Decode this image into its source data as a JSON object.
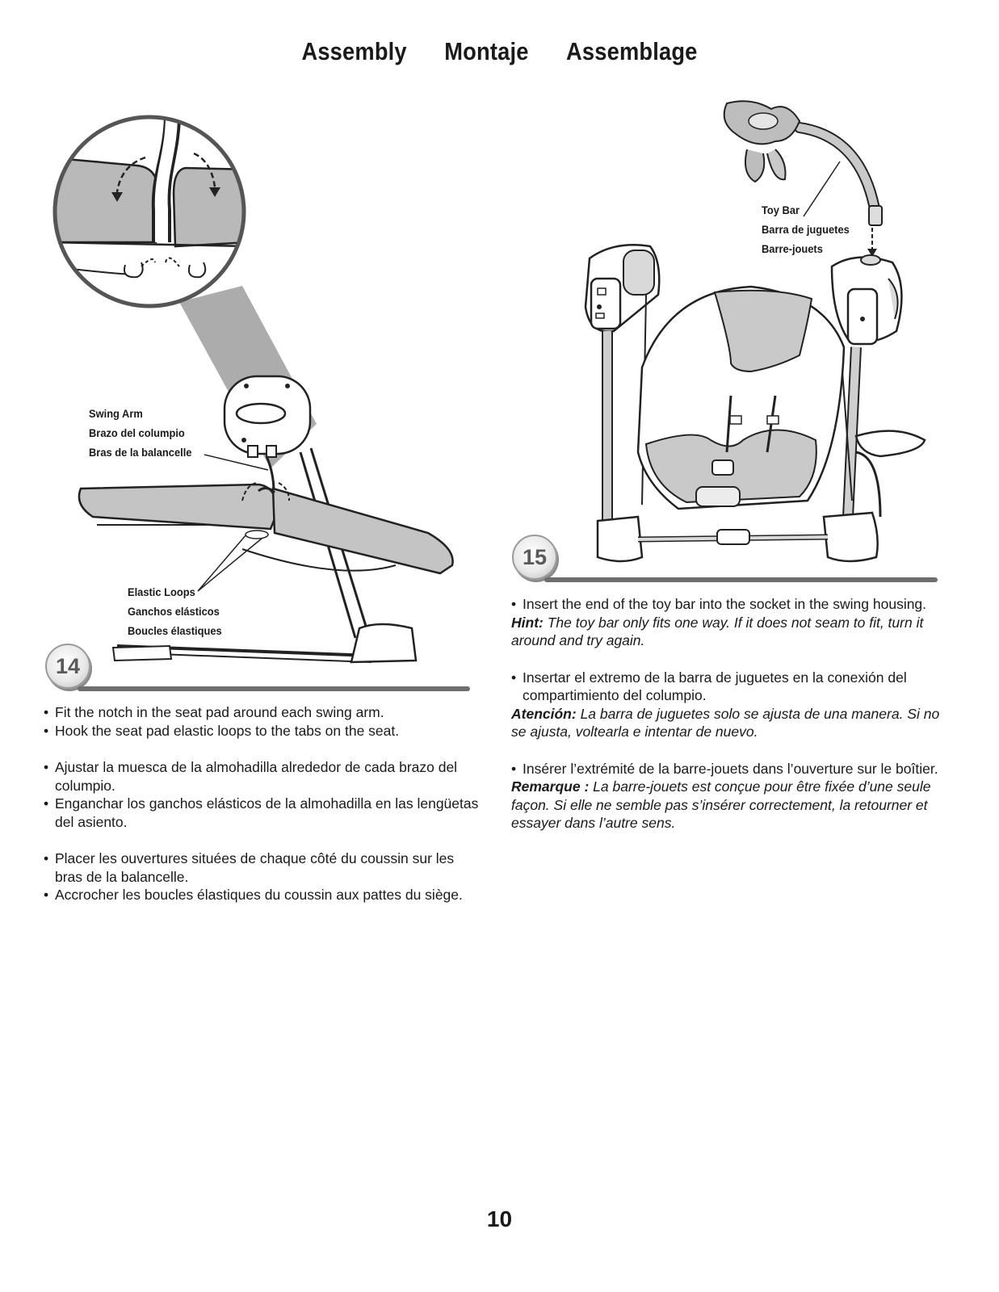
{
  "heading": {
    "en": "Assembly",
    "es": "Montaje",
    "fr": "Assemblage"
  },
  "step14": {
    "number": "14",
    "swing_arm": [
      "Swing Arm",
      "Brazo del columpio",
      "Bras de la balancelle"
    ],
    "elastic_loops": [
      "Elastic Loops",
      "Ganchos elásticos",
      "Boucles élastiques"
    ],
    "en": [
      "Fit the notch in the seat pad around each swing arm.",
      "Hook the seat pad elastic loops to the tabs on the seat."
    ],
    "es": [
      "Ajustar la muesca de la almohadilla alrededor de cada brazo del columpio.",
      "Enganchar los ganchos elásticos de la almohadilla en las lengüetas del asiento."
    ],
    "fr": [
      "Placer les ouvertures situées de chaque côté du coussin sur les bras de la balancelle.",
      "Accrocher les boucles élastiques du coussin aux pattes du siège."
    ]
  },
  "step15": {
    "number": "15",
    "toy_bar": [
      "Toy Bar",
      "Barra de juguetes",
      "Barre-jouets"
    ],
    "en": {
      "instruction": "Insert the end of the toy bar into the socket in the swing housing.",
      "hint_label": "Hint:",
      "hint": "The toy bar only fits one way. If it does not seam to fit, turn it around and try again."
    },
    "es": {
      "instruction": "Insertar el extremo de la barra de juguetes en la conexión del compartimiento del columpio.",
      "hint_label": "Atención:",
      "hint": "La barra de juguetes solo se ajusta de una manera. Si no se ajusta, voltearla e intentar de nuevo."
    },
    "fr": {
      "instruction": "Insérer l’extrémité de la barre-jouets dans l’ouverture sur le boîtier.",
      "hint_label": "Remarque :",
      "hint": "La barre-jouets est conçue pour être fixée d’une seule façon. Si elle ne semble pas s’insérer correctement, la retourner et essayer dans l’autre sens."
    }
  },
  "page_number": "10"
}
